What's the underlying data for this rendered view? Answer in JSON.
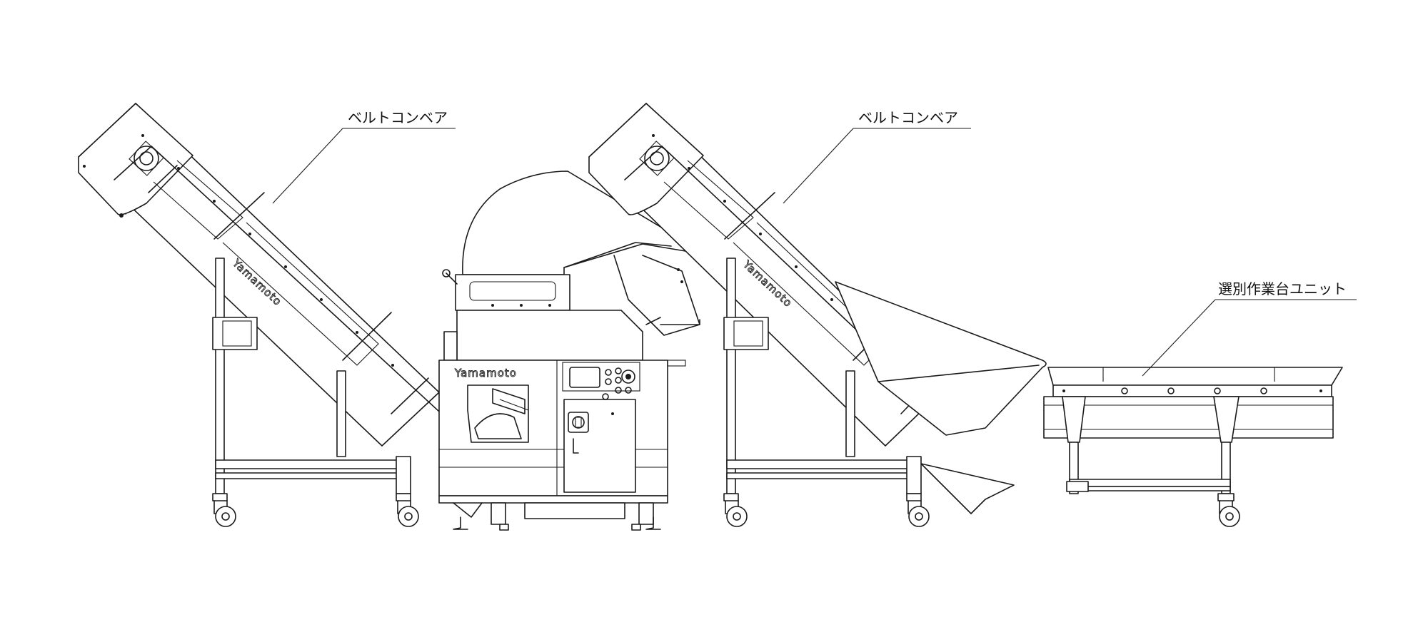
{
  "labels": {
    "conveyor_left": "ベルトコンベア",
    "conveyor_right": "ベルトコンベア",
    "sorting_table": "選別作業台ユニット"
  },
  "brand": {
    "text": "Yamamoto"
  }
}
